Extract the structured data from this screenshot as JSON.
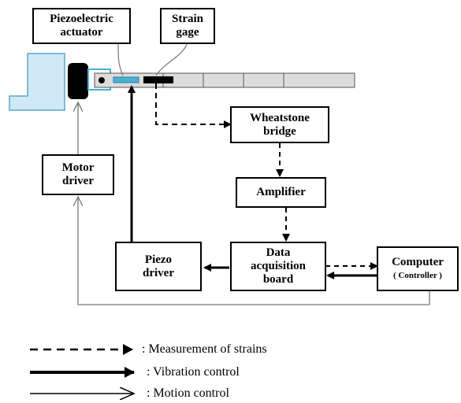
{
  "labels": {
    "piezo_actuator": "Piezoelectric\nactuator",
    "strain_gage": "Strain\ngage",
    "wheatstone": "Wheatstone\nbridge",
    "amplifier": "Amplifier",
    "motor_driver": "Motor\ndriver",
    "piezo_driver": "Piezo\ndriver",
    "daq": "Data\nacquisition\nboard",
    "computer": "Computer",
    "controller": "( Controller )"
  },
  "legend": {
    "measurement": ": Measurement of strains",
    "vibration": ": Vibration control",
    "motion": ": Motion control"
  },
  "colors": {
    "base": "#cfe9f5",
    "beam": "#dcdcdc",
    "actuator": "#4ab0d6",
    "clamp": "#000000",
    "thin_line": "#777777"
  }
}
